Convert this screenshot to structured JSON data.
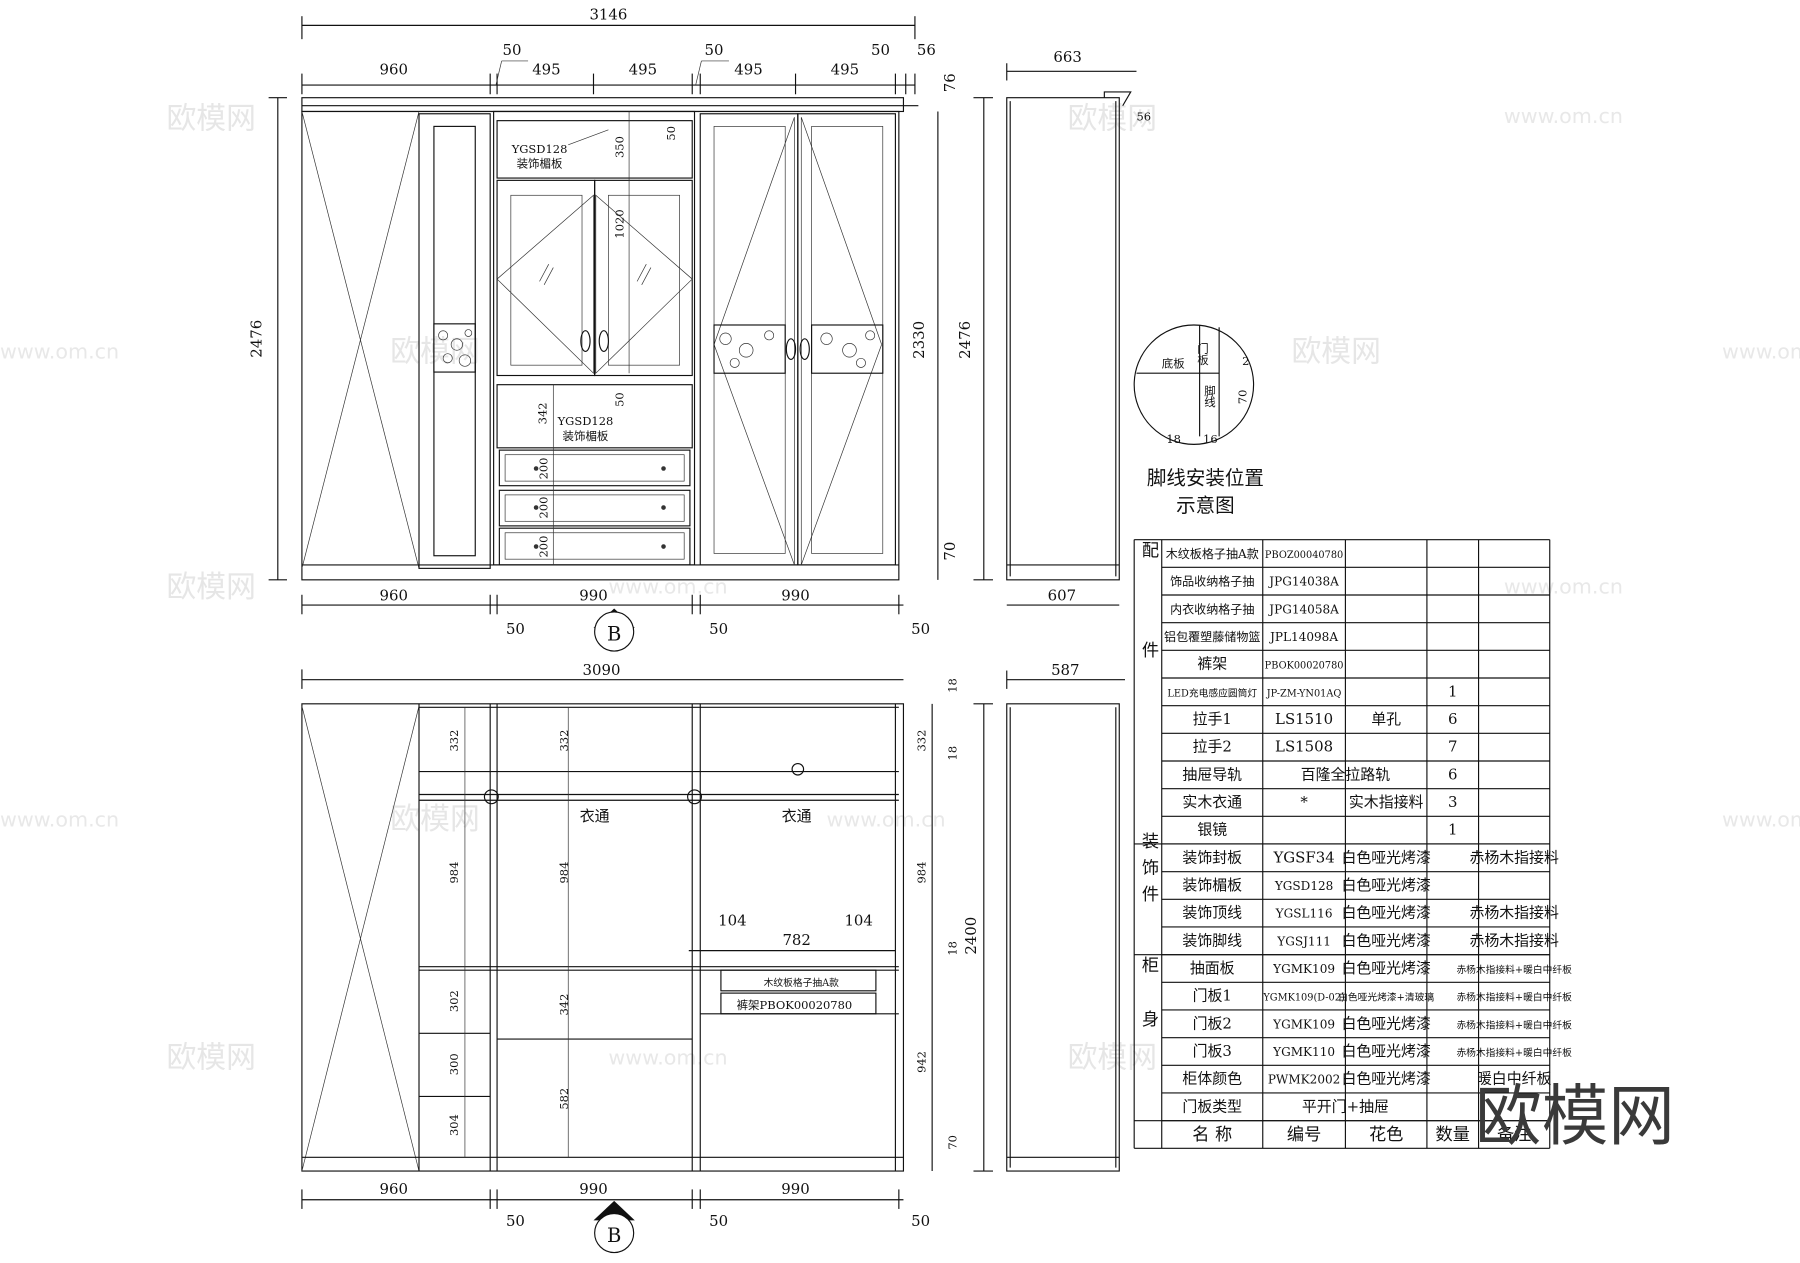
{
  "watermark": {
    "logo_text": "欧模网",
    "url": "www.om.cn"
  },
  "front_elevation": {
    "overall_width": "3146",
    "top_dims": [
      "960",
      "50",
      "495",
      "495",
      "50",
      "495",
      "495",
      "50",
      "56"
    ],
    "left_height": "2476",
    "right_dims": {
      "crown": "76",
      "body": "2330",
      "total": "2476",
      "base": "70"
    },
    "inner_dims": {
      "top_space": "350",
      "top_gap": "50",
      "glass_door": "1020",
      "mid_gap": "50",
      "mid_space": "342",
      "drawers": [
        "200",
        "200",
        "200"
      ]
    },
    "labels": {
      "top_panel_code": "YGSD128",
      "top_panel_name": "装饰楣板",
      "mid_panel_code": "YGSD128",
      "mid_panel_name": "装饰楣板"
    },
    "bottom_dims": [
      "960",
      "990",
      "990"
    ],
    "gap_dims": [
      "50",
      "50",
      "50"
    ],
    "section_marker": "B"
  },
  "side_elevation": {
    "depth_top": "663",
    "depth_bottom": "607",
    "crown": "56"
  },
  "baseboard_detail": {
    "labels": {
      "door": "门板",
      "base": "底板",
      "skirting": "脚线"
    },
    "dims": [
      "2",
      "70",
      "18",
      "16"
    ],
    "caption": [
      "脚线安装位置",
      "示意图"
    ]
  },
  "interior_plan": {
    "overall_width": "3090",
    "left_col_dims": [
      "332",
      "984",
      "302",
      "300",
      "304"
    ],
    "mid_col_dims": [
      "332",
      "984",
      "342",
      "582"
    ],
    "right_dims": {
      "top": "18",
      "upper": "332",
      "rail": "18",
      "hanging": "984",
      "shelf": "18",
      "total": "2400",
      "lower": "942",
      "base": "70"
    },
    "rail_labels": [
      "衣通",
      "衣通"
    ],
    "drawer_dims": [
      "104",
      "782",
      "104"
    ],
    "drawer_labels": [
      "木纹板格子抽A款",
      "裤架PBOK00020780"
    ],
    "bottom_dims": [
      "960",
      "990",
      "990"
    ],
    "gap_dims": [
      "50",
      "50",
      "50"
    ],
    "section_marker": "B",
    "side_depth": "587"
  },
  "bom_table": {
    "header": [
      "名 称",
      "编号",
      "花色",
      "数量",
      "备注"
    ],
    "groups": [
      {
        "category": "配件",
        "rows": [
          {
            "name": "木纹板格子抽A款",
            "code": "PBOZ00040780",
            "color": "",
            "qty": "",
            "note": ""
          },
          {
            "name": "饰品收纳格子抽",
            "code": "JPG14038A",
            "color": "",
            "qty": "",
            "note": ""
          },
          {
            "name": "内衣收纳格子抽",
            "code": "JPG14058A",
            "color": "",
            "qty": "",
            "note": ""
          },
          {
            "name": "铝包覆塑藤储物篮",
            "code": "JPL14098A",
            "color": "",
            "qty": "",
            "note": ""
          },
          {
            "name": "裤架",
            "code": "PBOK00020780",
            "color": "",
            "qty": "",
            "note": ""
          },
          {
            "name": "LED充电感应圆筒灯",
            "code": "JP-ZM-YN01AQ",
            "color": "",
            "qty": "1",
            "note": ""
          },
          {
            "name": "拉手1",
            "code": "LS1510",
            "color": "单孔",
            "qty": "6",
            "note": ""
          },
          {
            "name": "拉手2",
            "code": "LS1508",
            "color": "",
            "qty": "7",
            "note": ""
          },
          {
            "name": "抽屉导轨",
            "code": "百隆全拉路轨",
            "color": "",
            "qty": "6",
            "note": "",
            "span": true
          },
          {
            "name": "实木衣通",
            "code": "*",
            "color": "实木指接料",
            "qty": "3",
            "note": ""
          },
          {
            "name": "银镜",
            "code": "",
            "color": "",
            "qty": "1",
            "note": ""
          }
        ]
      },
      {
        "category": "装饰件",
        "rows": [
          {
            "name": "装饰封板",
            "code": "YGSF34",
            "color": "白色哑光烤漆",
            "qty": "",
            "note": "赤杨木指接料"
          },
          {
            "name": "装饰楣板",
            "code": "YGSD128",
            "color": "白色哑光烤漆",
            "qty": "",
            "note": ""
          },
          {
            "name": "装饰顶线",
            "code": "YGSL116",
            "color": "白色哑光烤漆",
            "qty": "",
            "note": "赤杨木指接料"
          },
          {
            "name": "装饰脚线",
            "code": "YGSJ111",
            "color": "白色哑光烤漆",
            "qty": "",
            "note": "赤杨木指接料"
          }
        ]
      },
      {
        "category": "柜身",
        "rows": [
          {
            "name": "抽面板",
            "code": "YGMK109",
            "color": "白色哑光烤漆",
            "qty": "",
            "note": "赤杨木指接料+暖白中纤板"
          },
          {
            "name": "门板1",
            "code": "YGMK109(D-02)",
            "color": "白色哑光烤漆+清玻璃",
            "qty": "",
            "note": "赤杨木指接料+暖白中纤板"
          },
          {
            "name": "门板2",
            "code": "YGMK109",
            "color": "白色哑光烤漆",
            "qty": "",
            "note": "赤杨木指接料+暖白中纤板"
          },
          {
            "name": "门板3",
            "code": "YGMK110",
            "color": "白色哑光烤漆",
            "qty": "",
            "note": "赤杨木指接料+暖白中纤板"
          },
          {
            "name": "柜体颜色",
            "code": "PWMK2002",
            "color": "白色哑光烤漆",
            "qty": "",
            "note": "暖白中纤板"
          },
          {
            "name": "门板类型",
            "code": "平开门+抽屉",
            "color": "",
            "qty": "",
            "note": "",
            "span": true
          }
        ]
      }
    ]
  }
}
